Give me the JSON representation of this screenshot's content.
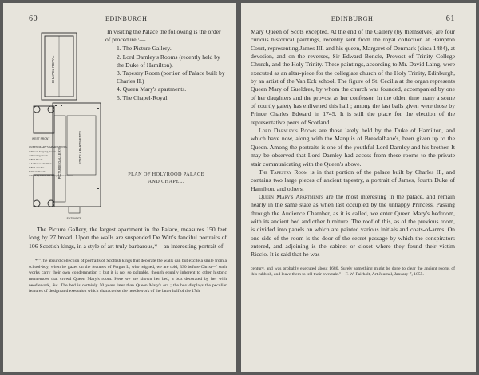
{
  "left": {
    "page_number": "60",
    "running_head": "EDINBURGH.",
    "intro": "In visiting the Palace the following is the order of procedure :—",
    "order": [
      "1. The Picture Gallery.",
      "2. Lord Darnley's Rooms (recently held by the Duke of Hamilton).",
      "3. Tapestry Room (portion of Palace built by Charles II.)",
      "4. Queen Mary's apartments.",
      "5. The Chapel-Royal."
    ],
    "caption_line1": "PLAN OF HOLYROOD PALACE",
    "caption_line2": "AND CHAPEL.",
    "plan_labels": {
      "chapel_royal": "CHAPEL ROYAL",
      "picture_gallery": "PICTURE GALLERY",
      "state_apartments": "STATE APARTMENTS",
      "west_front": "WEST FRONT",
      "entrance": "ENTRANCE",
      "queen_marys": "QUEEN MARY'S APARTMENTS.",
      "legend": [
        "1 Private Supping-Room.",
        "2 Dressing Room.",
        "3 Bed-Room.",
        "4 Audience Chamber.",
        "5 Bed of Chas. I.",
        "6 Rizzio Room.",
        "7 Stair by which the conspirators entered."
      ]
    },
    "paragraph": "The Picture Gallery, the largest apartment in the Palace, measures 150 feet long by 27 broad. Upon the walls are suspended De Witt's fanciful portraits of 106 Scottish kings, in a style of art truly barbarous,*—an interesting portrait of",
    "footnote": "* \"The absurd collection of portraits of Scottish kings that decorate the walls can but excite a smile from a school-boy, when he gazes on the features of Fergus I., who reigned, we are told, 330 before Christ—' such works carry their own condemnation ;' but it is not so palpable, though equally inherent to other historic mementoes that crowd Queen Mary's room. Here we are shown her bed, a box decorated by her with needlework, &c. The bed is certainly 50 years later than Queen Mary's era ; the box displays the peculiar features of design and execution which characterise the needlework of the latter half of the 17th"
  },
  "right": {
    "page_number": "61",
    "running_head": "EDINBURGH.",
    "p1": "Mary Queen of Scots excepted. At the end of the Gallery (by themselves) are four curious historical paintings, recently sent from the royal collection at Hampton Court, representing James III. and his queen, Margaret of Denmark (circa 1484), at devotion, and on the reverses, Sir Edward Boncle, Provost of Trinity College Church, and the Holy Trinity. These paintings, according to Mr. David Laing, were executed as an altar-piece for the collegiate church of the Holy Trinity, Edinburgh, by an artist of the Van Eck school. The figure of St. Cecilia at the organ represents Queen Mary of Gueldres, by whom the church was founded, accompanied by one of her daughters and the provost as her confessor. In the olden time many a scene of courtly gaiety has enlivened this hall ; among the last balls given were those by Prince Charles Edward in 1745. It is still the place for the election of the representative peers of Scotland.",
    "p2_lead": "Lord Darnley's Rooms",
    "p2": " are those lately held by the Duke of Hamilton, and which have now, along with the Marquis of Breadalbane's, been given up to the Queen. Among the portraits is one of the youthful Lord Darnley and his brother. It may be observed that Lord Darnley had access from these rooms to the private stair communicating with the Queen's above.",
    "p3_lead": "The Tapestry Room",
    "p3": " is in that portion of the palace built by Charles II., and contains two large pieces of ancient tapestry, a portrait of James, fourth Duke of Hamilton, and others.",
    "p4_lead": "Queen Mary's Apartments",
    "p4": " are the most interesting in the palace, and remain nearly in the same state as when last occupied by the unhappy Princess. Passing through the Audience Chamber, as it is called, we enter Queen Mary's bedroom, with its ancient bed and other furniture. The roof of this, as of the previous room, is divided into panels on which are painted various initials and coats-of-arms. On one side of the room is the door of the secret passage by which the conspirators entered, and adjoining is the cabinet or closet where they found their victim Riccio. It is said that he was",
    "footnote": "century, and was probably executed about 1680. Surely something might be done to clear the ancient rooms of this rubbish, and leave them to tell their own tale.\"—F. W. Fairholt, Art Journal, January 7, 1855."
  }
}
